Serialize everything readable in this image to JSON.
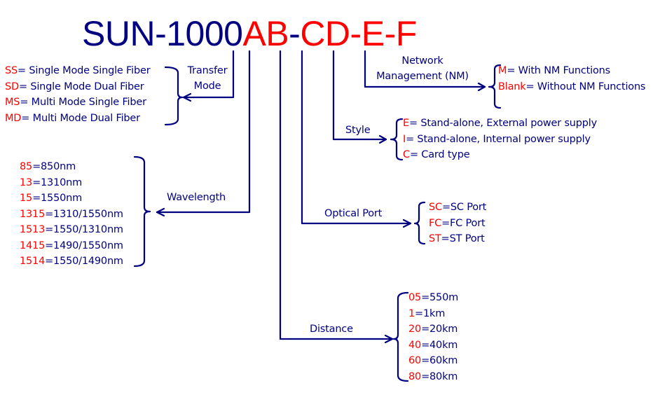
{
  "title": {
    "prefix": "SUN-1000",
    "parts": [
      {
        "text": "AB",
        "color": "#ff0000"
      },
      {
        "text": "-",
        "color": "#000080"
      },
      {
        "text": "CD",
        "color": "#ff0000"
      },
      {
        "text": "-",
        "color": "#ff0000"
      },
      {
        "text": "E",
        "color": "#ff0000"
      },
      {
        "text": "-",
        "color": "#ff0000"
      },
      {
        "text": "F",
        "color": "#ff0000"
      }
    ]
  },
  "colors": {
    "primary": "#000080",
    "code": "#ff0000",
    "background": "#ffffff"
  },
  "groups": {
    "transfer_mode": {
      "label_line1": "Transfer",
      "label_line2": "Mode",
      "options": [
        {
          "code": "SS",
          "desc": "= Single Mode Single Fiber"
        },
        {
          "code": "SD",
          "desc": "= Single Mode Dual Fiber"
        },
        {
          "code": "MS",
          "desc": "= Multi Mode Single Fiber"
        },
        {
          "code": "MD",
          "desc": "= Multi Mode Dual Fiber"
        }
      ]
    },
    "wavelength": {
      "label": "Wavelength",
      "options": [
        {
          "code": "85",
          "desc": "=850nm"
        },
        {
          "code": "13",
          "desc": "=1310nm"
        },
        {
          "code": "15",
          "desc": "=1550nm"
        },
        {
          "code": "1315",
          "desc": "=1310/1550nm"
        },
        {
          "code": "1513",
          "desc": "=1550/1310nm"
        },
        {
          "code": "1415",
          "desc": "=1490/1550nm"
        },
        {
          "code": "1514",
          "desc": "=1550/1490nm"
        }
      ]
    },
    "network_management": {
      "label_line1": "Network",
      "label_line2": "Management (NM)",
      "options": [
        {
          "code": "M",
          "desc": "= With NM Functions"
        },
        {
          "code": "Blank",
          "desc": "= Without NM Functions"
        }
      ]
    },
    "style": {
      "label": "Style",
      "options": [
        {
          "code": "E",
          "desc": "= Stand-alone, External power supply"
        },
        {
          "code": "I",
          "desc": "= Stand-alone, Internal power supply"
        },
        {
          "code": "C",
          "desc": "= Card type"
        }
      ]
    },
    "optical_port": {
      "label": "Optical Port",
      "options": [
        {
          "code": "SC",
          "desc": "=SC Port"
        },
        {
          "code": "FC",
          "desc": "=FC Port"
        },
        {
          "code": "ST",
          "desc": "=ST Port"
        }
      ]
    },
    "distance": {
      "label": "Distance",
      "options": [
        {
          "code": "05",
          "desc": "=550m"
        },
        {
          "code": "1",
          "desc": "=1km"
        },
        {
          "code": "20",
          "desc": "=20km"
        },
        {
          "code": "40",
          "desc": "=40km"
        },
        {
          "code": "60",
          "desc": "=60km"
        },
        {
          "code": "80",
          "desc": "=80km"
        }
      ]
    }
  }
}
